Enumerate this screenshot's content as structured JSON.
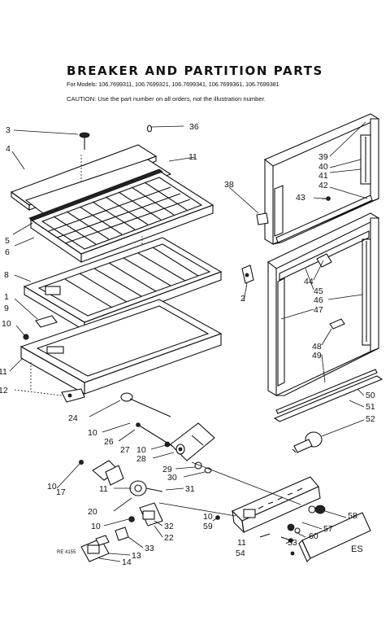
{
  "header": {
    "title": "BREAKER AND PARTITION PARTS",
    "models": "For Models: 106.7699311, 106.7699321, 106.7699341, 106.7699361, 106.7699381",
    "caution": "CAUTION: Use the part number on all orders, not the illustration number."
  },
  "footer": {
    "code": "RE 4155",
    "corner": "ES"
  },
  "callouts": {
    "c1": "1",
    "c2": "2",
    "c3": "3",
    "c4": "4",
    "c5": "5",
    "c6": "6",
    "c8": "8",
    "c9": "9",
    "c10a": "10",
    "c10b": "10",
    "c10c": "10",
    "c10d": "10",
    "c10e": "10",
    "c10f": "10",
    "c11a": "11",
    "c11b": "11",
    "c11c": "11",
    "c11d": "11",
    "c12": "12",
    "c13": "13",
    "c14": "14",
    "c17": "17",
    "c20": "20",
    "c22": "22",
    "c24": "24",
    "c26": "26",
    "c27": "27",
    "c28": "28",
    "c29": "29",
    "c30": "30",
    "c31": "31",
    "c32": "32",
    "c33": "33",
    "c36": "36",
    "c38": "38",
    "c39": "39",
    "c40": "40",
    "c41": "41",
    "c42": "42",
    "c43": "43",
    "c44": "44",
    "c45": "45",
    "c46": "46",
    "c47": "47",
    "c48": "48",
    "c49": "49",
    "c50": "50",
    "c51": "51",
    "c52": "52",
    "c53": "53",
    "c54": "54",
    "c57": "57",
    "c58": "58",
    "c59": "59",
    "c60": "60"
  }
}
